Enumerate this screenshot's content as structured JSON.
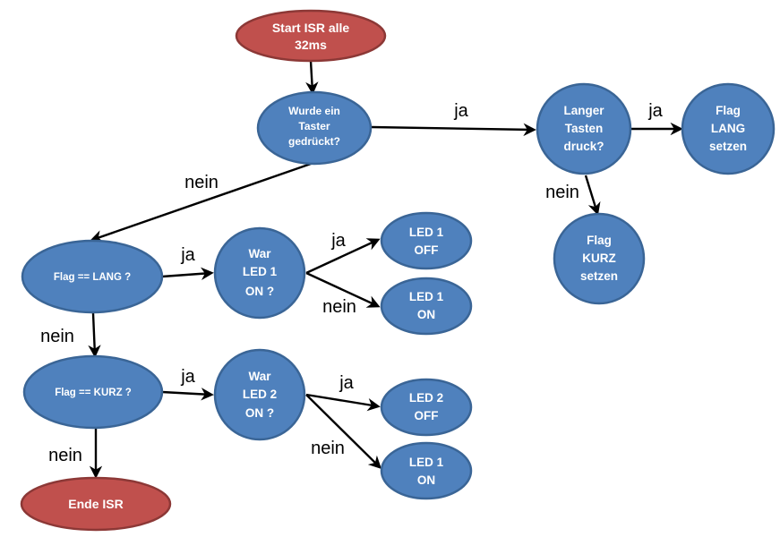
{
  "nodes": {
    "start": {
      "lines": [
        "Start ISR alle",
        "32ms"
      ],
      "color": "#c0504d"
    },
    "taster": {
      "lines": [
        "Wurde ein",
        "Taster",
        "gedrückt?"
      ],
      "color": "#4f81bd"
    },
    "langer": {
      "lines": [
        "Langer",
        "Tasten",
        "druck?"
      ],
      "color": "#4f81bd"
    },
    "flag_lang_set": {
      "lines": [
        "Flag",
        "LANG",
        "setzen"
      ],
      "color": "#4f81bd"
    },
    "flag_kurz_set": {
      "lines": [
        "Flag",
        "KURZ",
        "setzen"
      ],
      "color": "#4f81bd"
    },
    "flag_lang_q": {
      "lines": [
        "Flag == LANG ?"
      ],
      "color": "#4f81bd"
    },
    "war_led1": {
      "lines": [
        "War",
        "LED 1",
        "ON ?"
      ],
      "color": "#4f81bd"
    },
    "led1_off": {
      "lines": [
        "LED 1",
        "OFF"
      ],
      "color": "#4f81bd"
    },
    "led1_on_a": {
      "lines": [
        "LED 1",
        "ON"
      ],
      "color": "#4f81bd"
    },
    "flag_kurz_q": {
      "lines": [
        "Flag == KURZ ?"
      ],
      "color": "#4f81bd"
    },
    "war_led2": {
      "lines": [
        "War",
        "LED 2",
        "ON ?"
      ],
      "color": "#4f81bd"
    },
    "led2_off": {
      "lines": [
        "LED 2",
        "OFF"
      ],
      "color": "#4f81bd"
    },
    "led1_on_b": {
      "lines": [
        "LED 1",
        "ON"
      ],
      "color": "#4f81bd"
    },
    "ende": {
      "lines": [
        "Ende ISR"
      ],
      "color": "#c0504d"
    }
  },
  "edge_labels": {
    "taster_ja": "ja",
    "taster_nein": "nein",
    "langer_ja": "ja",
    "langer_nein": "nein",
    "flag_lang_ja": "ja",
    "flag_lang_nein": "nein",
    "war_led1_ja": "ja",
    "war_led1_nein": "nein",
    "flag_kurz_ja": "ja",
    "flag_kurz_nein": "nein",
    "war_led2_ja": "ja",
    "war_led2_nein": "nein"
  }
}
